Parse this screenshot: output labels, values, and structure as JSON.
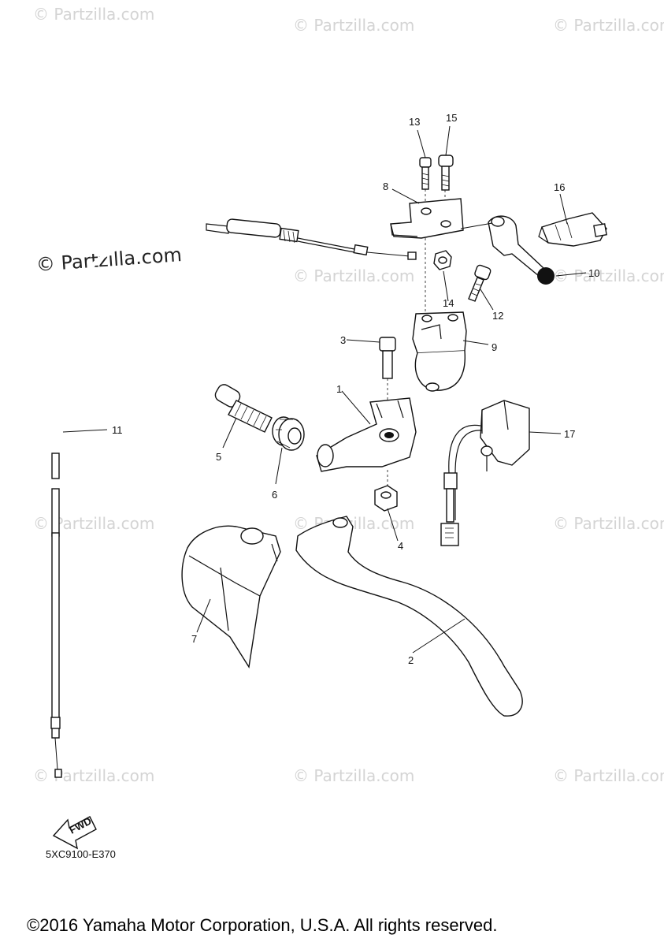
{
  "watermarks": {
    "text": "© Partzilla.com",
    "main": "© Partzilla.com"
  },
  "callouts": [
    "1",
    "2",
    "3",
    "4",
    "5",
    "6",
    "7",
    "8",
    "9",
    "10",
    "11",
    "12",
    "13",
    "14",
    "15",
    "16",
    "17"
  ],
  "diagram_code": "5XC9100-E370",
  "fwd_label": "FWD",
  "copyright": "©2016 Yamaha Motor Corporation, U.S.A. All rights reserved."
}
